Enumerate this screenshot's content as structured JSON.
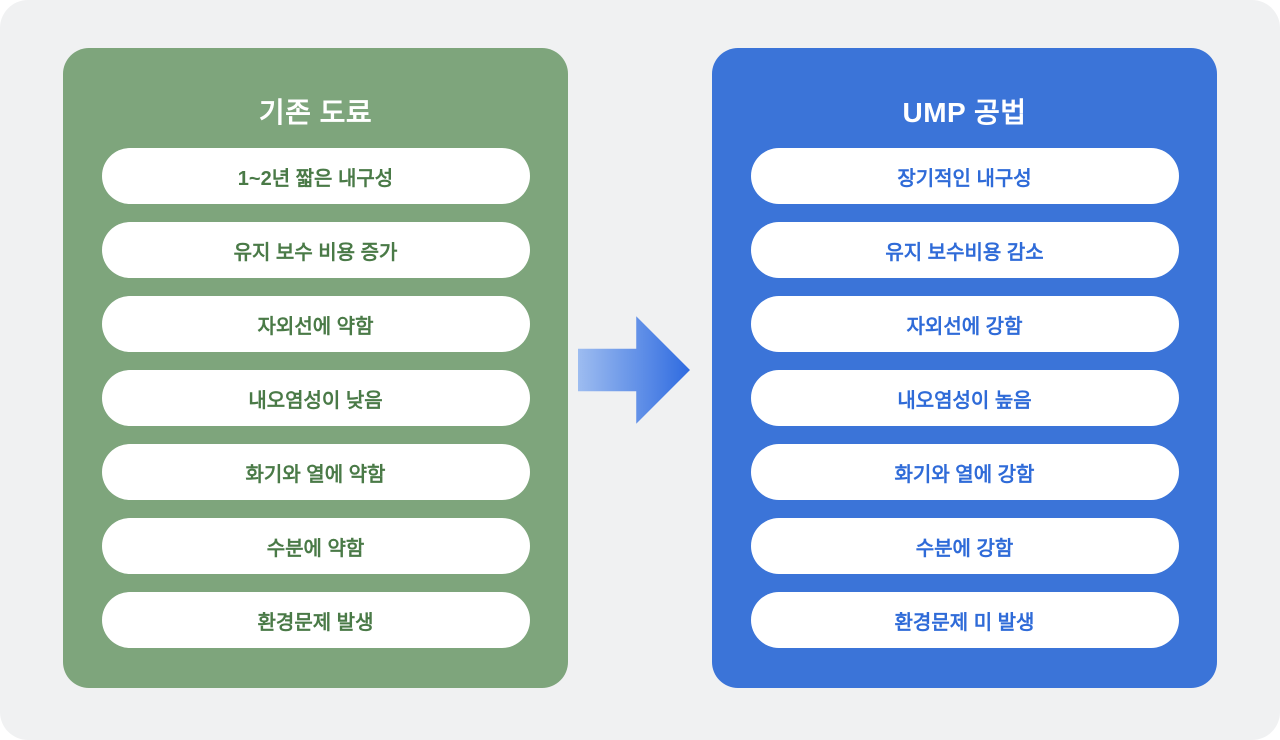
{
  "left_panel": {
    "title": "기존 도료",
    "bg_color": "#7ea57c",
    "text_color": "#4a7a47",
    "items": [
      "1~2년 짧은 내구성",
      "유지 보수 비용 증가",
      "자외선에 약함",
      "내오염성이 낮음",
      "화기와 열에 약함",
      "수분에 약함",
      "환경문제 발생"
    ]
  },
  "right_panel": {
    "title": "UMP 공법",
    "bg_color": "#3b74d8",
    "text_color": "#2f6bd8",
    "items": [
      "장기적인 내구성",
      "유지 보수비용 감소",
      "자외선에 강함",
      "내오염성이 높음",
      "화기와 열에 강함",
      "수분에 강함",
      "환경문제 미 발생"
    ]
  },
  "arrow": {
    "direction": "right",
    "gradient_from": "#9dbcf0",
    "gradient_to": "#2f6be0"
  },
  "background_color": "#f0f1f2"
}
